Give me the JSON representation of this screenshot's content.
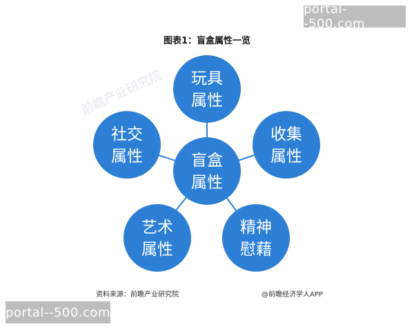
{
  "title": "图表1：盲盒属性一览",
  "watermark": "portal--500.com",
  "background_watermark": "前瞻产业研究院",
  "center_node": {
    "line1": "盲盒",
    "line2": "属性"
  },
  "outer_nodes": [
    {
      "line1": "玩具",
      "line2": "属性"
    },
    {
      "line1": "收集",
      "line2": "属性"
    },
    {
      "line1": "精神",
      "line2": "慰藉"
    },
    {
      "line1": "艺术",
      "line2": "属性"
    },
    {
      "line1": "社交",
      "line2": "属性"
    }
  ],
  "colors": {
    "node": "#2d7fd6",
    "node_text": "#ffffff"
  },
  "footer": {
    "source": "资料来源：前瞻产业研究院",
    "credit": "@前瞻经济学人APP"
  }
}
